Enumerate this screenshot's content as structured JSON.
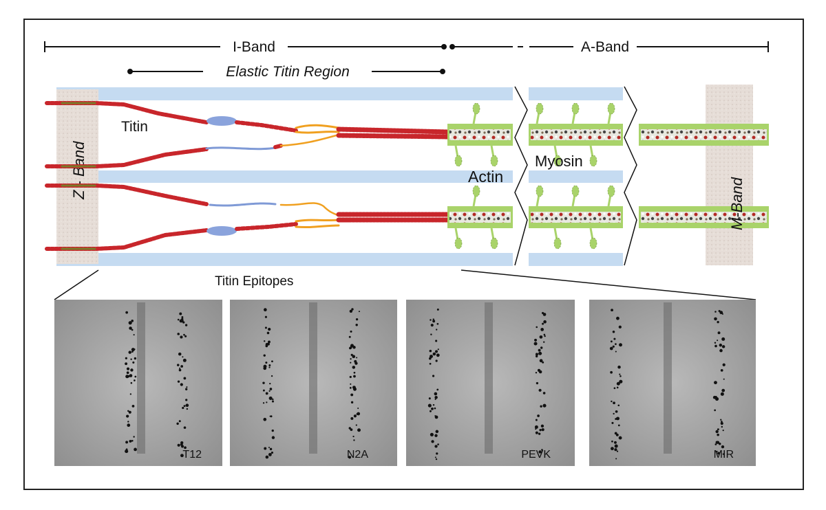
{
  "bands": {
    "i_band": "I-Band",
    "a_band": "A-Band",
    "elastic_region": "Elastic Titin Region"
  },
  "labels": {
    "z_band": "Z - Band",
    "m_band": "M-Band",
    "titin": "Titin",
    "actin": "Actin",
    "myosin": "Myosin",
    "epitopes": "Titin Epitopes"
  },
  "micrographs": [
    {
      "label": "T12"
    },
    {
      "label": "N2A"
    },
    {
      "label": "PEVK"
    },
    {
      "label": "MIR"
    }
  ],
  "colors": {
    "thin_bar": "#c5dbf1",
    "titin_red": "#c8262b",
    "ig_blue": "#7f9ad6",
    "pevk_orange": "#f0a020",
    "myosin_green": "#a9d36a",
    "band_beige": "#e5dcd6"
  }
}
